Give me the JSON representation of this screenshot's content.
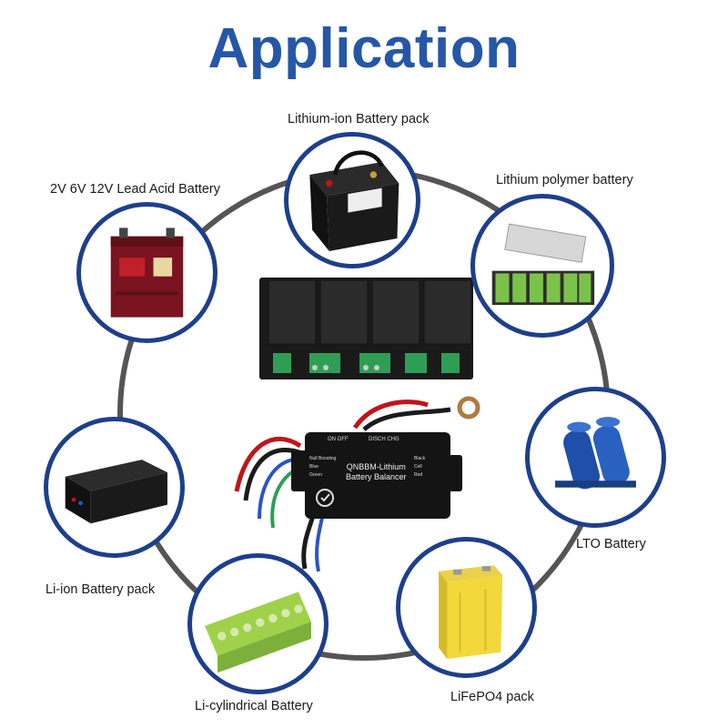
{
  "title": "Application",
  "center": {
    "device_name_line1": "QNBBM-Lithium",
    "device_name_line2": "Battery Balancer",
    "led_on": "ON",
    "led_off": "OFF",
    "led_disch": "DISCH",
    "led_chg": "CHG",
    "cell_black": "Black",
    "cell_red": "Red",
    "cell_label": "Cell",
    "wire_blue": "Blue",
    "wire_green": "Green",
    "wire_note": "Null Boosting"
  },
  "items": [
    {
      "label": "Lithium-ion Battery pack",
      "icon": "lead-acid-style-battery-box"
    },
    {
      "label": "Lithium polymer battery",
      "icon": "pouch-cell-pack"
    },
    {
      "label": "2V 6V 12V Lead Acid Battery",
      "icon": "maroon-lead-acid-battery"
    },
    {
      "label": "LTO Battery",
      "icon": "blue-cylindrical-cells"
    },
    {
      "label": "Li-ion Battery pack",
      "icon": "rack-battery-module"
    },
    {
      "label": "LiFePO4 pack",
      "icon": "yellow-prismatic-cell"
    },
    {
      "label": "Li-cylindrical Battery",
      "icon": "cylindrical-cell-pack"
    }
  ],
  "colors": {
    "title": "#2557a7",
    "bubble_border": "#1d3f8c",
    "ring": "#555555"
  }
}
